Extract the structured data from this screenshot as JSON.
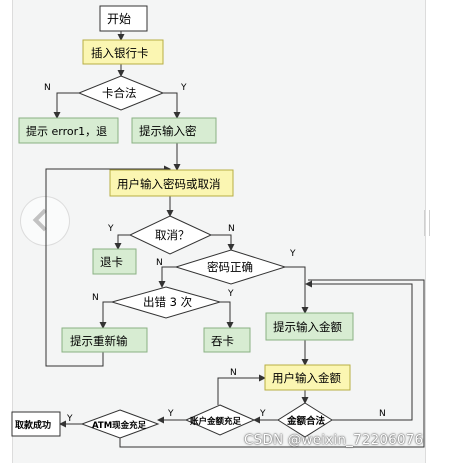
{
  "nodes": {
    "start": "开始",
    "insert_card": "插入银行卡",
    "card_valid": "卡合法",
    "prompt_error": "提示 error1，退",
    "prompt_password": "提示输入密",
    "enter_password": "用户输入密码或取消",
    "cancel": "取消？",
    "eject_card": "退卡",
    "password_ok": "密码正确",
    "errors_3": "出错 3 次",
    "prompt_retry": "提示重新输",
    "swallow_card": "吞卡",
    "prompt_amount": "提示输入金额",
    "enter_amount": "用户输入金额",
    "amount_valid": "金额合法",
    "balance_ok": "账户金额充足",
    "atm_cash_ok": "ATM现金充足",
    "withdraw_ok": "取款成功"
  },
  "edge_labels": {
    "yes": "Y",
    "no": "N",
    "card_valid_yes": "Y",
    "card_valid_no": "N",
    "cancel_yes": "Y",
    "cancel_no": "N",
    "password_ok_yes": "Y",
    "password_ok_no": "N",
    "errors_3_yes": "Y",
    "errors_3_no": "N",
    "balance_no": "N",
    "amount_no": "N",
    "amount_yes": "Y",
    "balance_yes": "Y",
    "atm_yes": "Y"
  },
  "watermark": "CSDN @weixin_72206076",
  "colors": {
    "green_fill": "#d7ecd2",
    "green_stroke": "#8ab183",
    "yellow_fill": "#fbf6b2",
    "yellow_stroke": "#b7ae44",
    "line": "#333333"
  }
}
